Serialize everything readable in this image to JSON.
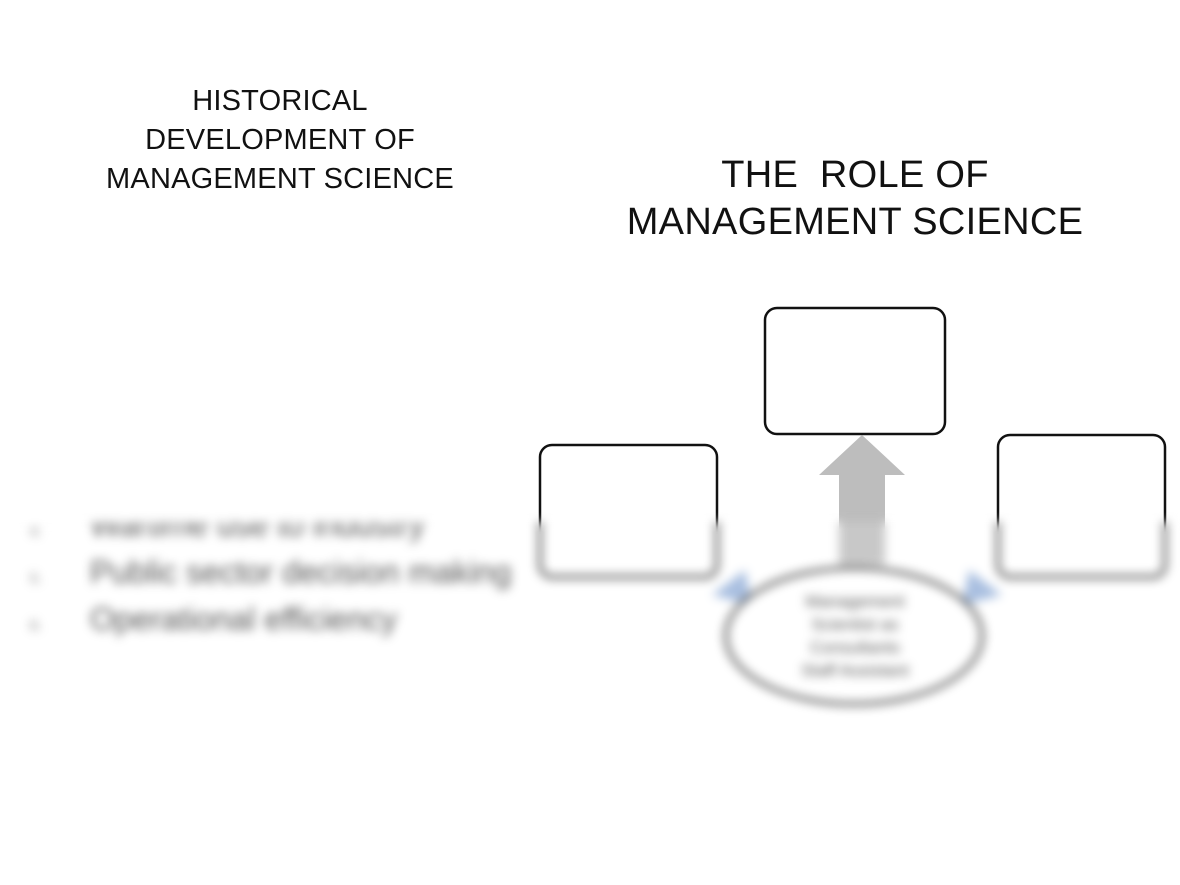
{
  "left_title": {
    "lines": [
      "HISTORICAL",
      "DEVELOPMENT OF",
      "MANAGEMENT SCIENCE"
    ]
  },
  "right_title": {
    "lines": [
      "THE  ROLE OF",
      "MANAGEMENT SCIENCE"
    ]
  },
  "history_list": [
    {
      "num": "4.",
      "text": "Wartime use to industry"
    },
    {
      "num": "5.",
      "text": "Public sector decision making"
    },
    {
      "num": "6.",
      "text": "Operational efficiency"
    }
  ],
  "diagram": {
    "center_label_lines": [
      "Management",
      "Scientist as",
      "Consultants",
      "Staff Assistant"
    ],
    "colors": {
      "box_border": "#111111",
      "arrow_up": "#bdbdbd",
      "side_arrows": "#a9bfe0"
    }
  }
}
